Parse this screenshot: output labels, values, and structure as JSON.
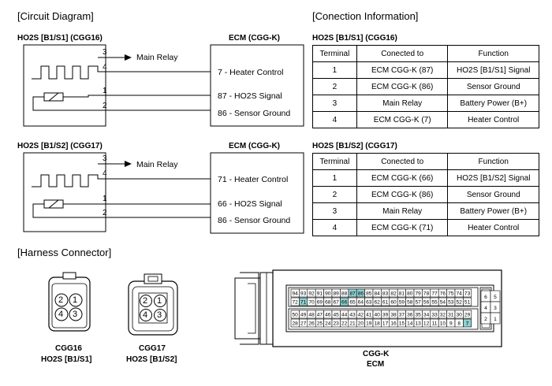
{
  "sections": {
    "circuit": "[Circuit Diagram]",
    "connection": "[Conection Information]",
    "harness": "[Harness Connector]"
  },
  "circuits": [
    {
      "sensor_title": "HO2S [B1/S1] (CGG16)",
      "ecm_title": "ECM (CGG-K)",
      "wires": [
        "3",
        "4",
        "1",
        "2"
      ],
      "main_relay": "Main Relay",
      "ecm_pins": [
        {
          "num": "7",
          "label": "- Heater Control"
        },
        {
          "num": "87",
          "label": "- HO2S Signal"
        },
        {
          "num": "86",
          "label": "- Sensor Ground"
        }
      ]
    },
    {
      "sensor_title": "HO2S [B1/S2] (CGG17)",
      "ecm_title": "ECM (CGG-K)",
      "wires": [
        "3",
        "4",
        "1",
        "2"
      ],
      "main_relay": "Main Relay",
      "ecm_pins": [
        {
          "num": "71",
          "label": "- Heater Control"
        },
        {
          "num": "66",
          "label": "- HO2S Signal"
        },
        {
          "num": "86",
          "label": "- Sensor Ground"
        }
      ]
    }
  ],
  "tables": [
    {
      "title": "HO2S [B1/S1] (CGG16)",
      "headers": [
        "Terminal",
        "Conected to",
        "Function"
      ],
      "rows": [
        [
          "1",
          "ECM CGG-K (87)",
          "HO2S [B1/S1] Signal"
        ],
        [
          "2",
          "ECM CGG-K (86)",
          "Sensor Ground"
        ],
        [
          "3",
          "Main Relay",
          "Battery Power (B+)"
        ],
        [
          "4",
          "ECM CGG-K (7)",
          "Heater Control"
        ]
      ]
    },
    {
      "title": "HO2S [B1/S2] (CGG17)",
      "headers": [
        "Terminal",
        "Conected to",
        "Function"
      ],
      "rows": [
        [
          "1",
          "ECM CGG-K (66)",
          "HO2S [B1/S2] Signal"
        ],
        [
          "2",
          "ECM CGG-K (86)",
          "Sensor Ground"
        ],
        [
          "3",
          "Main Relay",
          "Battery Power (B+)"
        ],
        [
          "4",
          "ECM CGG-K (71)",
          "Heater Control"
        ]
      ]
    }
  ],
  "connectors": {
    "cgg16": {
      "name": "CGG16",
      "desc": "HO2S [B1/S1]",
      "pins": [
        "2",
        "1",
        "4",
        "3"
      ]
    },
    "cgg17": {
      "name": "CGG17",
      "desc": "HO2S [B1/S2]",
      "pins": [
        "2",
        "1",
        "4",
        "3"
      ]
    },
    "ecm": {
      "name": "CGG-K",
      "desc": "ECM",
      "row1": [
        "94",
        "93",
        "92",
        "91",
        "90",
        "89",
        "88",
        "87",
        "86",
        "85",
        "84",
        "83",
        "82",
        "81",
        "80",
        "79",
        "78",
        "77",
        "76",
        "75",
        "74",
        "73"
      ],
      "row2": [
        "72",
        "71",
        "70",
        "69",
        "68",
        "67",
        "66",
        "65",
        "64",
        "63",
        "62",
        "61",
        "60",
        "59",
        "58",
        "57",
        "56",
        "55",
        "54",
        "53",
        "52",
        "51"
      ],
      "row3": [
        "50",
        "49",
        "48",
        "47",
        "46",
        "45",
        "44",
        "43",
        "42",
        "41",
        "40",
        "39",
        "38",
        "37",
        "36",
        "35",
        "34",
        "33",
        "32",
        "31",
        "30",
        "29"
      ],
      "row4": [
        "28",
        "27",
        "26",
        "25",
        "24",
        "23",
        "22",
        "21",
        "20",
        "19",
        "18",
        "17",
        "16",
        "15",
        "14",
        "13",
        "12",
        "11",
        "10",
        "9",
        "8",
        "7"
      ],
      "side_pins": [
        "6",
        "5",
        "4",
        "3",
        "2",
        "1"
      ],
      "highlighted": [
        "87",
        "86",
        "71",
        "66",
        "7"
      ],
      "highlight_color": "#8fd0d0"
    }
  }
}
